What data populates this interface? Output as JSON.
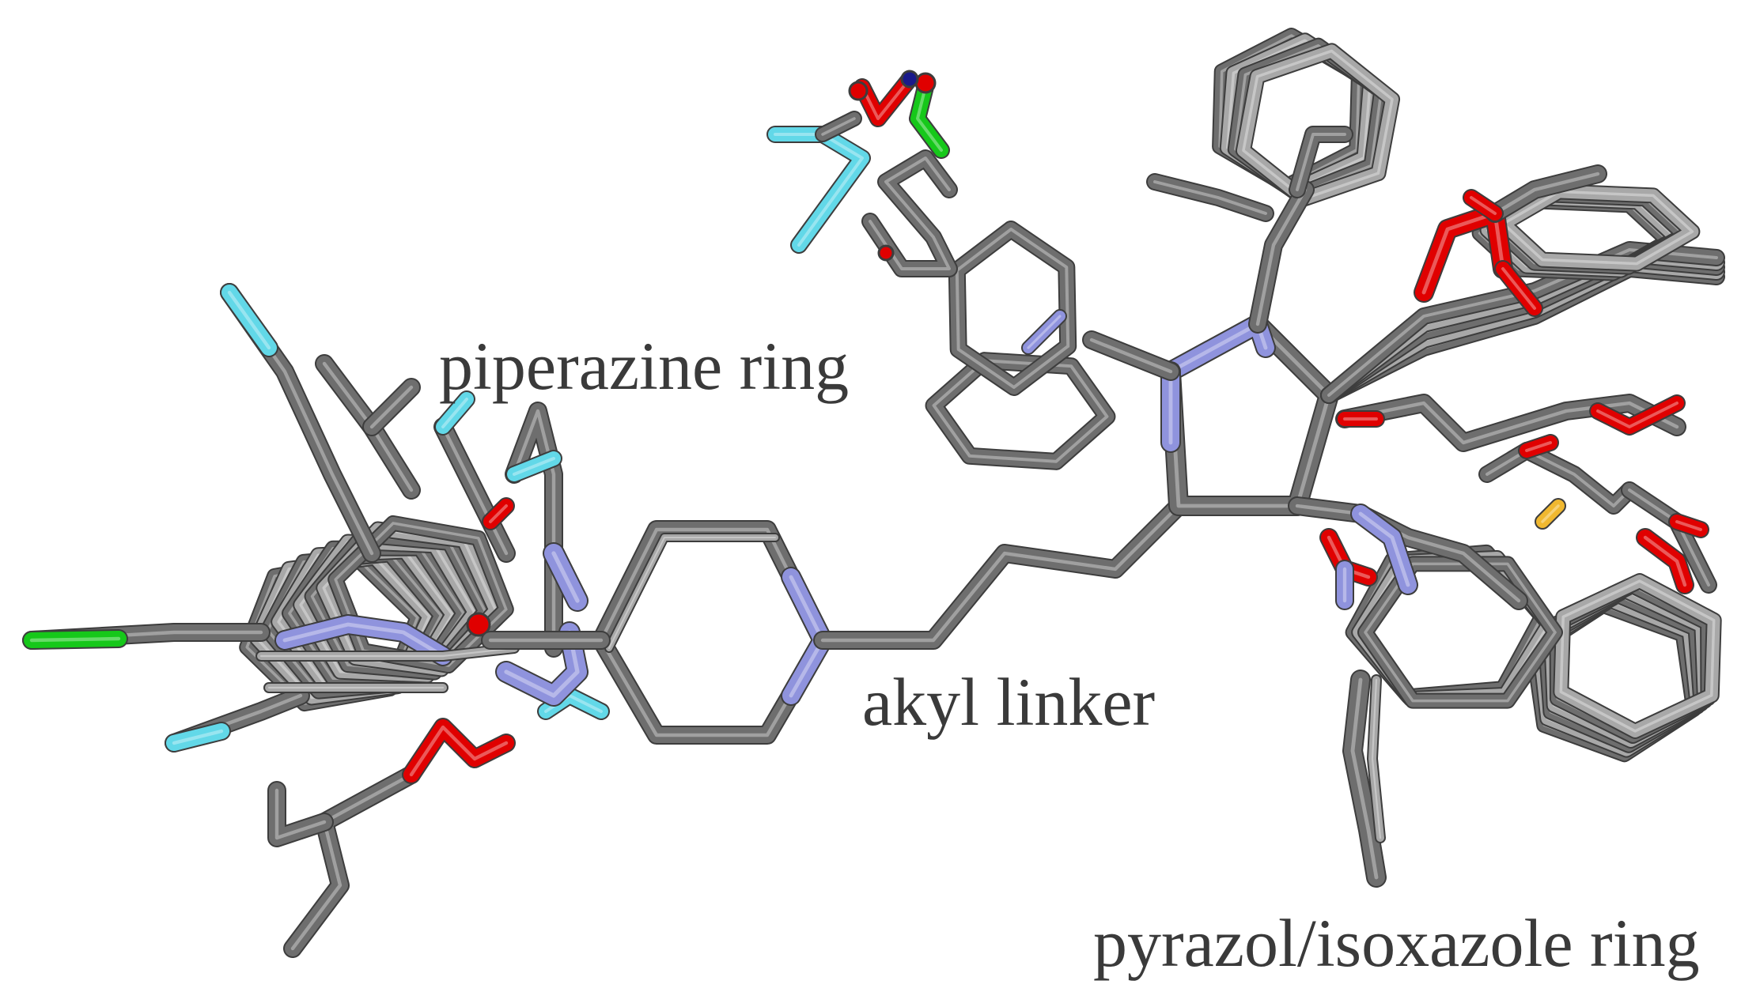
{
  "labels": {
    "piperazine": "piperazine ring",
    "linker": "akyl linker",
    "pyrazole": "pyrazol/isoxazole ring"
  },
  "atom_colors": {
    "carbon": "#6e6e6e",
    "carbon_highlight": "#a8a8a8",
    "nitrogen": "#8f93dd",
    "oxygen": "#e00000",
    "fluorine": "#62d8e8",
    "chlorine": "#16c81a",
    "sulfur": "#f0b830",
    "nitro_n": "#1a1a8a"
  }
}
